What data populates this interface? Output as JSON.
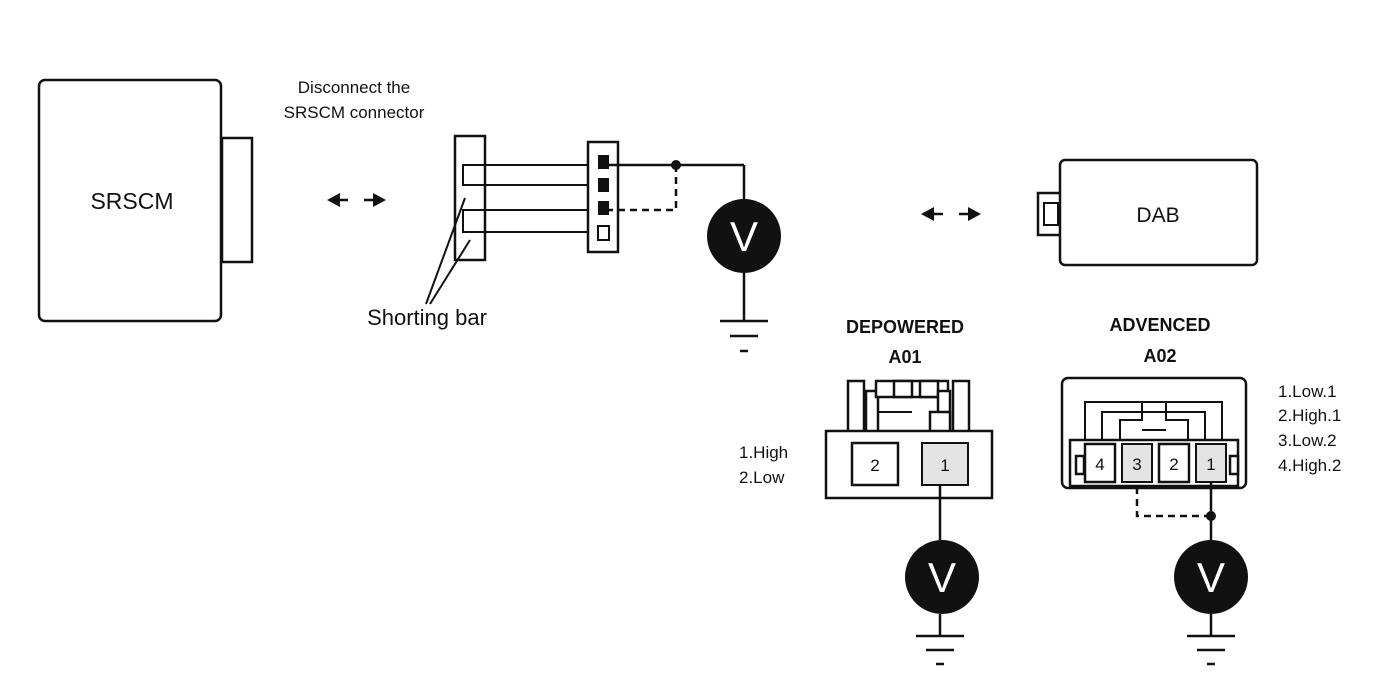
{
  "srscm": {
    "label": "SRSCM"
  },
  "instruction": {
    "line1": "Disconnect the",
    "line2": "SRSCM connector"
  },
  "shorting_bar": {
    "label": "Shorting bar"
  },
  "dab": {
    "label": "DAB"
  },
  "voltmeter": {
    "symbol": "V"
  },
  "depowered": {
    "title": "DEPOWERED",
    "code": "A01",
    "pins": [
      "2",
      "1"
    ],
    "legend": [
      "1.High",
      "2.Low"
    ]
  },
  "advanced": {
    "title": "ADVENCED",
    "code": "A02",
    "pins": [
      "4",
      "3",
      "2",
      "1"
    ],
    "legend": [
      "1.Low.1",
      "2.High.1",
      "3.Low.2",
      "4.High.2"
    ]
  }
}
